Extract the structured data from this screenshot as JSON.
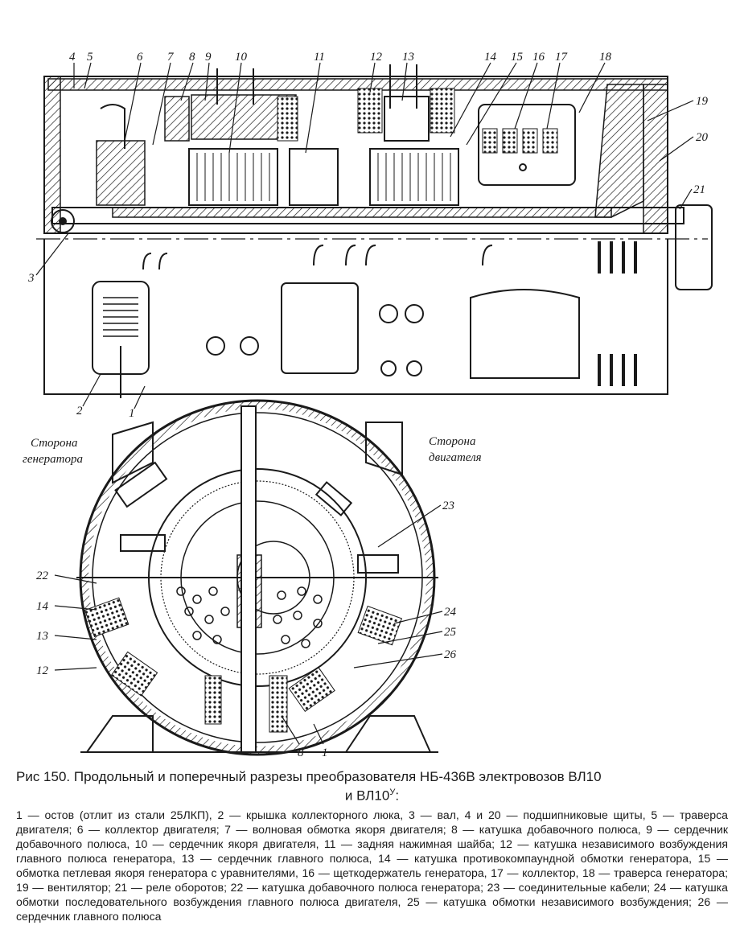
{
  "figure": {
    "callouts_top": [
      "4",
      "5",
      "6",
      "7",
      "8",
      "9",
      "10",
      "11",
      "12",
      "13",
      "14",
      "15",
      "16",
      "17",
      "18",
      "19",
      "20",
      "21",
      "3",
      "2",
      "1"
    ],
    "callouts_bottom": [
      "22",
      "14",
      "13",
      "12",
      "23",
      "24",
      "25",
      "26",
      "8",
      "1"
    ],
    "side_generator": [
      "Сторона",
      "генератора"
    ],
    "side_motor": [
      "Сторона",
      "двигателя"
    ]
  },
  "caption": {
    "title": "Рис  150. Продольный и поперечный разрезы преобразователя НБ-436В электровозов ВЛ10",
    "title_line2": "и ВЛ10",
    "title_sup": "У",
    "title_colon": ":",
    "legend": "1 — остов (отлит из стали 25ЛКП), 2 — крышка коллекторного люка, 3 — вал, 4 и 20 — подшипниковые щиты, 5 — траверса двигателя; 6 — коллектор двигателя; 7 — волновая обмотка якоря двигателя; 8 — катушка добавочного полюса, 9 — сердечник добавочного полюса, 10 — сердечник якоря двигателя, 11 — задняя нажимная шайба; 12 — катушка независимого возбуждения главного полюса генератора, 13 — сердечник главного полюса, 14 — катушка противокомпаундной обмотки генератора, 15 — обмотка петлевая якоря генератора с уравнителями, 16 — щеткодержатель генератора, 17 — коллектор, 18 — траверса генератора; 19 — вентилятор; 21 — реле оборотов; 22 — катушка добавочного полюса генератора; 23 — соединительные кабели; 24 — катушка обмотки последовательного возбуждения главного полюса двигателя, 25 — катушка обмотки независимого возбуждения; 26 — сердечник главного полюса"
  }
}
